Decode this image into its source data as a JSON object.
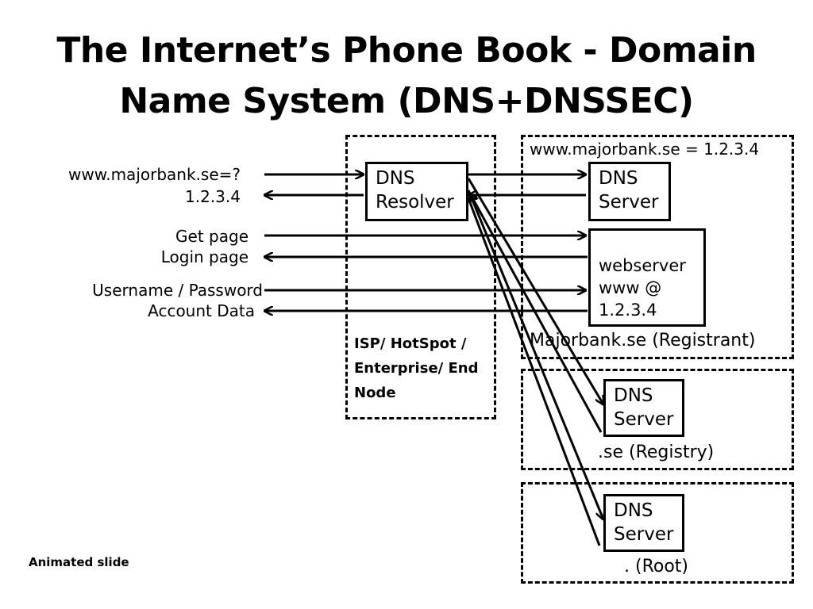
{
  "title": {
    "line1": "The Internet’s Phone Book - Domain",
    "line2": "Name System (DNS+DNSSEC)"
  },
  "client_labels": {
    "query": "www.majorbank.se=?",
    "answer": "1.2.3.4",
    "get_page": "Get page",
    "login_page": "Login page",
    "credentials": "Username / Password",
    "account_data": "Account Data"
  },
  "resolver": {
    "line1": "DNS",
    "line2": "Resolver",
    "zone_line1": "ISP/ HotSpot /",
    "zone_line2": "Enterprise/ End",
    "zone_line3": "Node"
  },
  "registrant": {
    "record": "www.majorbank.se = 1.2.3.4",
    "dns_line1": "DNS",
    "dns_line2": "Server",
    "web_line1": "webserver",
    "web_line2": "www @",
    "web_line3": "1.2.3.4",
    "zone_label": "Majorbank.se (Registrant)"
  },
  "registry": {
    "dns_line1": "DNS",
    "dns_line2": "Server",
    "zone_label": ".se (Registry)"
  },
  "root": {
    "dns_line1": "DNS",
    "dns_line2": "Server",
    "zone_label": ".  (Root)"
  },
  "footer_note": "Animated slide"
}
